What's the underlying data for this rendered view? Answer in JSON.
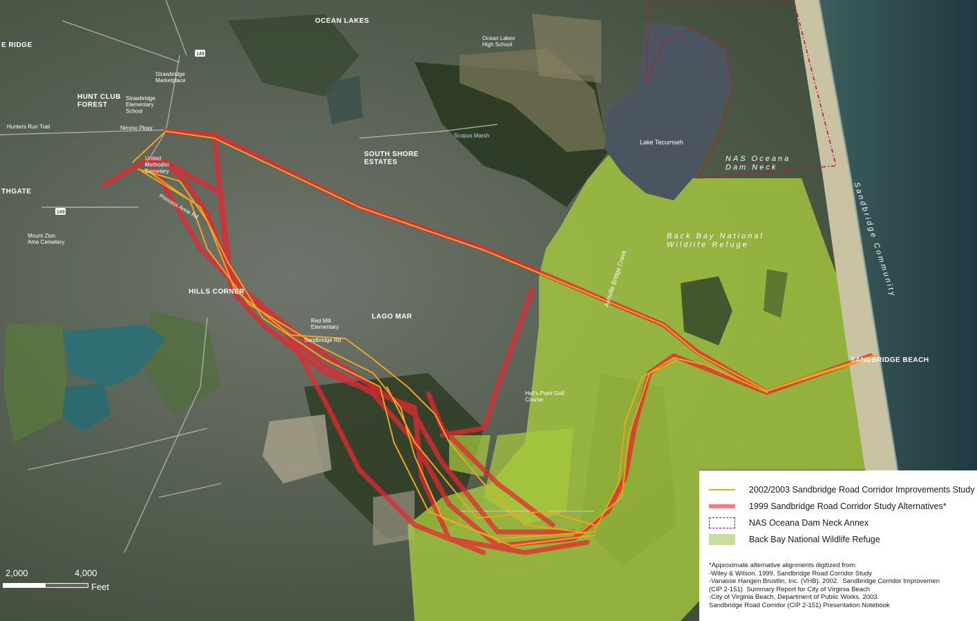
{
  "map": {
    "place_labels": {
      "ocean_lakes": "OCEAN LAKES",
      "ridge": "E RIDGE",
      "hunt_club_forest": "HUNT CLUB\nFOREST",
      "south_shore_estates": "SOUTH SHORE\nESTATES",
      "hills_corner": "HILLS CORNER",
      "lago_mar": "LAGO MAR",
      "sandbridge_beach": "SANDBRIDGE BEACH",
      "thgate": "THGATE",
      "lake_tecumseh": "Lake Tecumseh",
      "scopus_marsh": "Scopus Marsh",
      "nas_oceana": "NAS Oceana\nDam Neck",
      "back_bay": "Back Bay National\nWildlife Refuge",
      "ashville_bridge_creek": "Ashville Bridge Creek",
      "sandbridge_community": "Sandbridge Community",
      "nimmo_pkwy": "Nimmo Pkwy",
      "sandbridge_rd": "Sandbridge Rd",
      "princess_anne_rd": "Princess Anne Rd",
      "hells_point": "Hell's Point Golf\nCourse",
      "strawbridge_marketplace": "Strawbridge\nMarketplace",
      "strawbridge_school": "Strawbridge\nElementary\nSchool",
      "united_methodist": "United\nMethodist\nCemetery",
      "mount_zion": "Mount Zion\nAme Cemetery",
      "ocean_lakes_hs": "Ocean Lakes\nHigh School",
      "red_mill": "Red Mill\nElementary",
      "hunters_run": "Hunters Run Trail",
      "route_149": "149"
    },
    "colors": {
      "refuge": "#a8cc3c",
      "nas_boundary": "#c0182a",
      "alt_1999": "#e8262f",
      "study_2002": "#f2a51c"
    }
  },
  "legend": {
    "items": [
      {
        "label": "2002/2003 Sandbridge Road Corridor Improvements Study",
        "symbol": "orange-line"
      },
      {
        "label": "1999 Sandbridge Road Corridor Study Alternatives*",
        "symbol": "red-thick-line"
      },
      {
        "label": "NAS Oceana Dam Neck Annex",
        "symbol": "dashed-red-box"
      },
      {
        "label": "Back Bay National Wildlife Refuge",
        "symbol": "green-box"
      }
    ],
    "notes": "*Approximate alternative alignments digitized from:\n-Wiley & Wilson. 1999. Sandbridge Road Corridor Study\n-Vanasse Hangen Brustlin, Inc. (VHB). 2002.  Sandbridge Corridor Improvemen\n(CIP 2-151)  Summary Report for City of Virginia Beach\n-City of Virginia Beach, Department of Public Works. 2003.\nSandbridge Road Corridor (CIP 2-151) Presentation Notebook"
  },
  "scale": {
    "label_left": "2,000",
    "label_right": "4,000",
    "unit": "Feet"
  }
}
